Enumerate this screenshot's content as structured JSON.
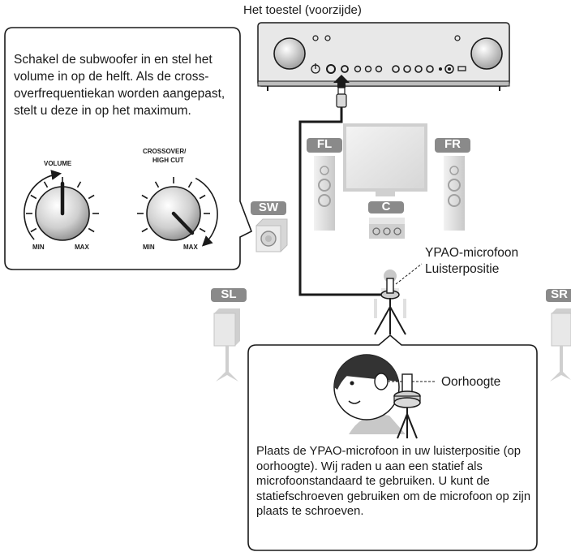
{
  "diagram": {
    "device_title": "Het toestel (voorzijde)",
    "subwoofer_instruction": "Schakel de subwoofer in en stel het volume in op de helft. Als de cross-overfrequentiekan worden aangepast, stelt u deze in op het maximum.",
    "knobs": {
      "volume_label": "VOLUME",
      "crossover_label_1": "CROSSOVER/",
      "crossover_label_2": "HIGH CUT",
      "min": "MIN",
      "max": "MAX"
    },
    "speakers": {
      "front_left": "FL",
      "front_right": "FR",
      "center": "C",
      "subwoofer": "SW",
      "surround_left": "SL",
      "surround_right": "SR"
    },
    "microphone_label_1": "YPAO-microfoon",
    "microphone_label_2": "Luisterpositie",
    "ear_height_label": "Oorhoogte",
    "placement_instruction": "Plaats de YPAO-microfoon in uw luisterpositie (op oorhoogte). Wij raden u aan een statief als microfoonstandaard te gebruiken. U kunt de statiefschroeven gebruiken om de microfoon op zijn plaats te schroeven."
  }
}
